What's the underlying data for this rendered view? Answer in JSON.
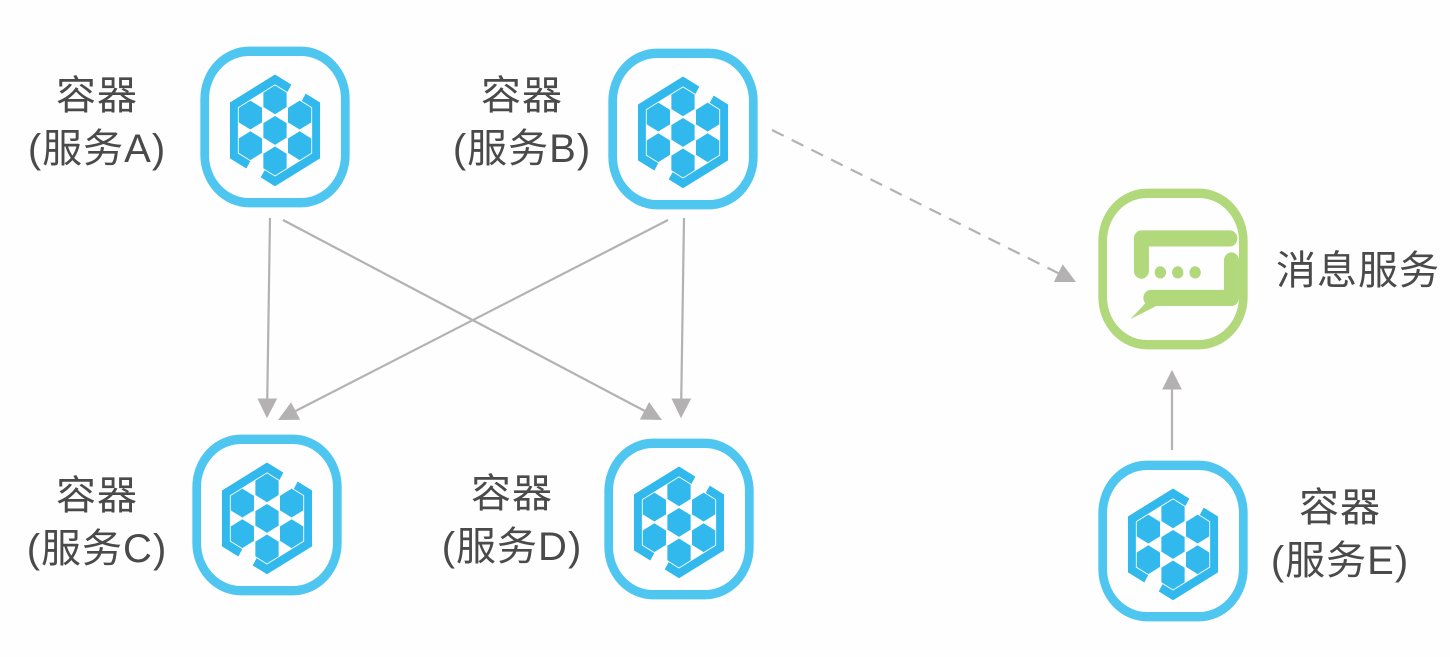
{
  "diagram": {
    "title": "container-services-message-architecture",
    "nodes": [
      {
        "id": "container-a",
        "icon": "container-cube-icon",
        "label_line1": "容器",
        "label_line2": "(服务A)"
      },
      {
        "id": "container-b",
        "icon": "container-cube-icon",
        "label_line1": "容器",
        "label_line2": "(服务B)"
      },
      {
        "id": "container-c",
        "icon": "container-cube-icon",
        "label_line1": "容器",
        "label_line2": "(服务C)"
      },
      {
        "id": "container-d",
        "icon": "container-cube-icon",
        "label_line1": "容器",
        "label_line2": "(服务D)"
      },
      {
        "id": "container-e",
        "icon": "container-cube-icon",
        "label_line1": "容器",
        "label_line2": "(服务E)"
      },
      {
        "id": "message-service",
        "icon": "message-service-icon",
        "label": "消息服务"
      }
    ],
    "edges": [
      {
        "from": "container-a",
        "to": "container-c",
        "style": "solid"
      },
      {
        "from": "container-a",
        "to": "container-d",
        "style": "solid"
      },
      {
        "from": "container-b",
        "to": "container-c",
        "style": "solid"
      },
      {
        "from": "container-b",
        "to": "container-d",
        "style": "solid"
      },
      {
        "from": "container-b",
        "to": "message-service",
        "style": "dashed"
      },
      {
        "from": "container-e",
        "to": "message-service",
        "style": "solid"
      }
    ],
    "colors": {
      "container_blue": "#31b8ec",
      "container_border_blue": "#4ec6f0",
      "message_green": "#b1d87a",
      "arrow_gray": "#b3b1b1",
      "label_text": "#4a4a4a"
    }
  }
}
